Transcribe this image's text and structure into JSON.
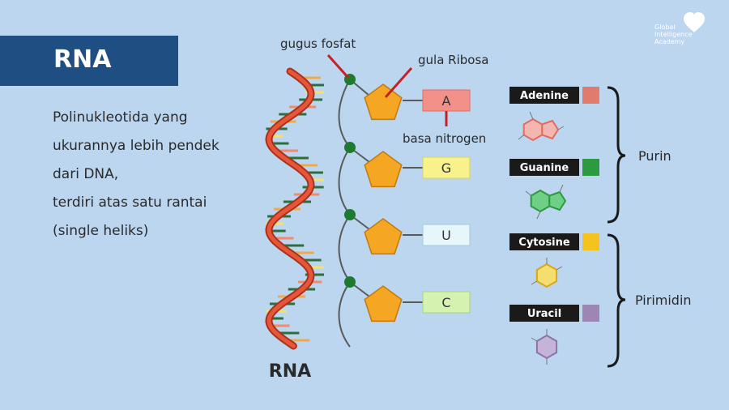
{
  "title": "RNA",
  "description_lines": [
    "Polinukleotida yang",
    "ukurannya  lebih pendek",
    "dari DNA,",
    "terdiri atas satu rantai",
    "(single heliks)"
  ],
  "logo": {
    "lines": [
      "Global",
      "Intelligence",
      "Academy"
    ]
  },
  "helix": {
    "label": "RNA"
  },
  "strand": {
    "labels": {
      "phosphate": "gugus fosfat",
      "sugar": "gula Ribosa",
      "base": "basa nitrogen"
    },
    "bases": [
      "A",
      "G",
      "U",
      "C"
    ]
  },
  "bases_legend": {
    "items": [
      {
        "name": "Adenine",
        "color": "#e07b6e",
        "ring_color": "#e89a92"
      },
      {
        "name": "Guanine",
        "color": "#2c9a3e",
        "ring_color": "#3bab5a"
      },
      {
        "name": "Cytosine",
        "color": "#f5c31d",
        "ring_color": "#f4d24a"
      },
      {
        "name": "Uracil",
        "color": "#9d86b4",
        "ring_color": "#b49cc8"
      }
    ],
    "groups": [
      "Purin",
      "Pirimidin"
    ]
  },
  "colors": {
    "background": "#bcd6f0",
    "title_bar": "#1f4f82",
    "pentagon": "#f5a623",
    "phosphate": "#1e7a2f",
    "base_A": "#f4908a",
    "base_G": "#f7f28c",
    "base_U": "#e6f6fb",
    "base_C": "#d6f2b0",
    "pointer": "#c42222"
  }
}
